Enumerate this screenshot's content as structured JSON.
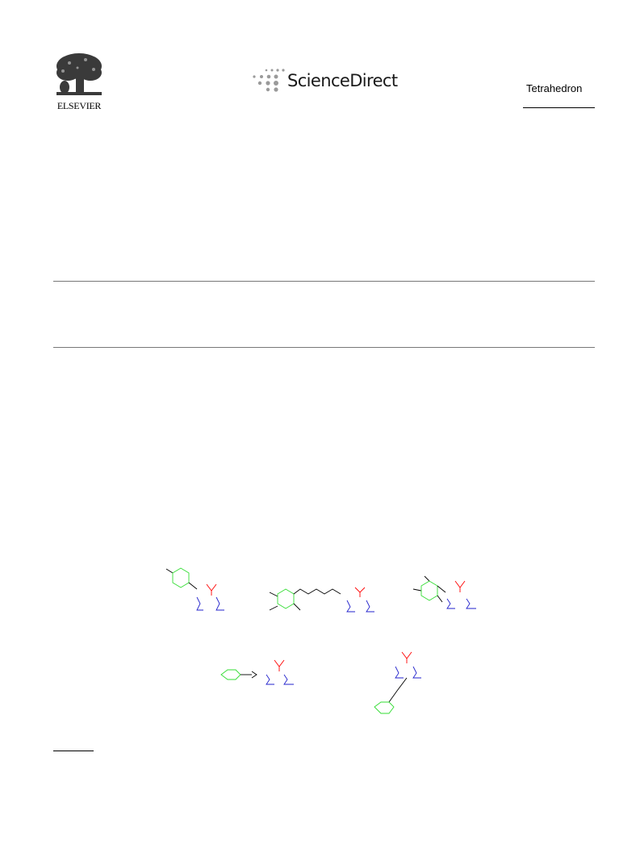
{
  "header": {
    "publisher_name": "ELSEVIER",
    "platform_name": "ScienceDirect",
    "journal_name": "Tetrahedron"
  },
  "colors": {
    "aryl_ring": "#33dd33",
    "tbu_group": "#ff0000",
    "heterocycle": "#2222cc",
    "linker": "#000000"
  },
  "figure": {
    "structures": [
      "structure-1",
      "structure-2",
      "structure-3",
      "structure-4",
      "structure-5"
    ]
  }
}
